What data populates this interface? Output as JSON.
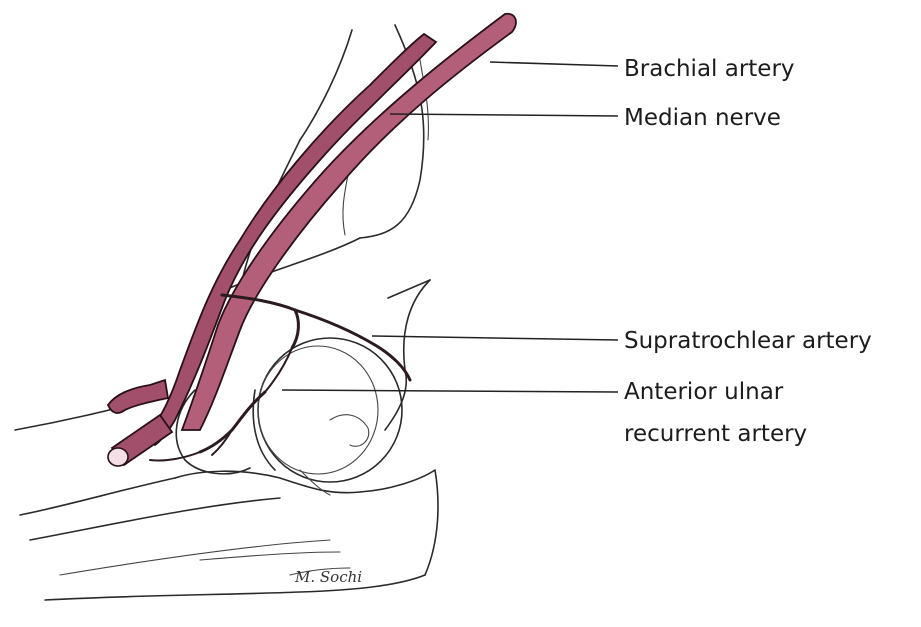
{
  "labels": {
    "brachial_artery": "Brachial artery",
    "median_nerve": "Median nerve",
    "supratrochlear_artery": "Supratrochlear artery",
    "anterior_ulnar_line1": "Anterior ulnar",
    "anterior_ulnar_line2": "recurrent artery"
  },
  "colors": {
    "nerve": "#b45f7a",
    "artery": "#a24f6b",
    "ink": "#2a2a2a"
  },
  "signature": "M. Sochi"
}
